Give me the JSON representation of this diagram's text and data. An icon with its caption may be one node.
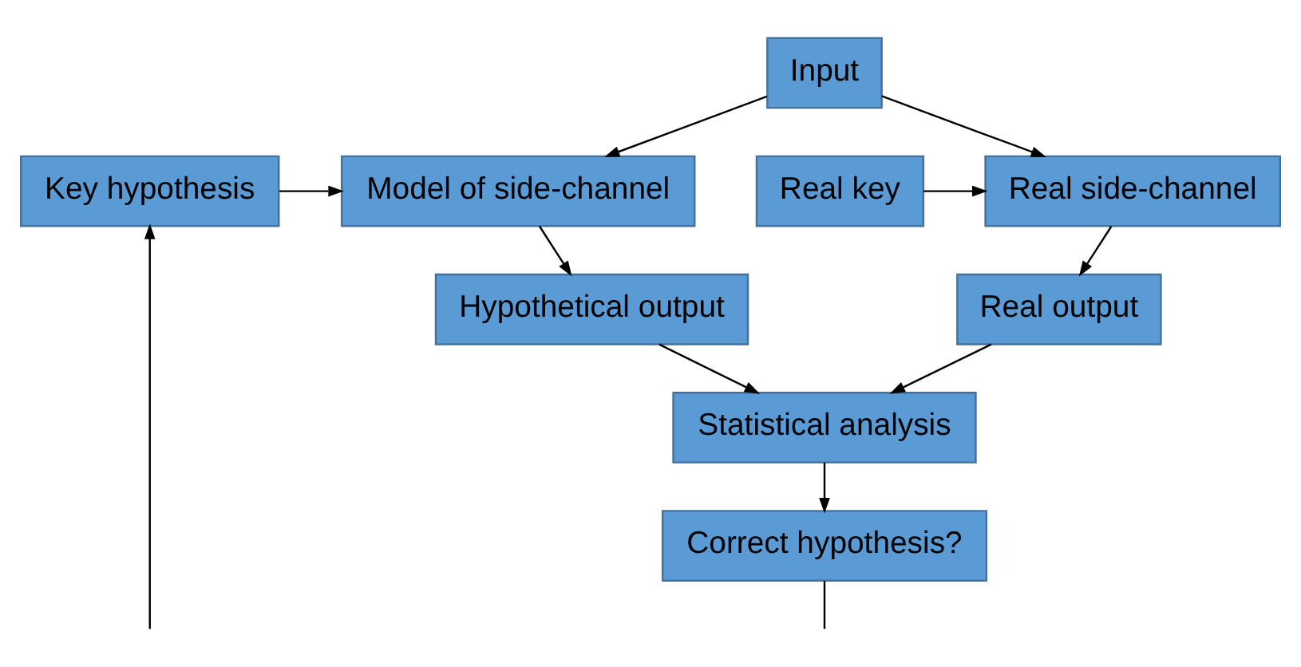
{
  "diagram": {
    "nodes": [
      {
        "text": [
          "Input"
        ]
      },
      {
        "text": [
          "Real key"
        ]
      },
      {
        "text": [
          "Real side-channel"
        ]
      },
      {
        "text": [
          "Model of side-channel"
        ]
      },
      {
        "text": [
          "Key hypothesis"
        ]
      },
      {
        "text": [
          "Real output"
        ]
      },
      {
        "text": [
          "Hypothetical output"
        ]
      },
      {
        "text": [
          "Statistical analysis"
        ]
      },
      {
        "text": [
          "Correct hypothesis?"
        ]
      }
    ],
    "edges": [
      {
        "from": 0,
        "to": 2,
        "arrow": "to"
      },
      {
        "from": 0,
        "to": 3,
        "arrow": "to"
      },
      {
        "from": 1,
        "to": 2,
        "arrow": "to"
      },
      {
        "from": 4,
        "to": 3,
        "arrow": "to"
      },
      {
        "from": 2,
        "to": 5,
        "arrow": "to"
      },
      {
        "from": 3,
        "to": 6,
        "arrow": "to"
      },
      {
        "from": 5,
        "to": 7,
        "arrow": "to"
      },
      {
        "from": 6,
        "to": 7,
        "arrow": "to"
      },
      {
        "from": 7,
        "to": 8,
        "arrow": "to"
      },
      {
        "from": 8,
        "to": null,
        "arrow": "none"
      },
      {
        "from": null,
        "to": 4,
        "arrow": "to"
      }
    ]
  }
}
